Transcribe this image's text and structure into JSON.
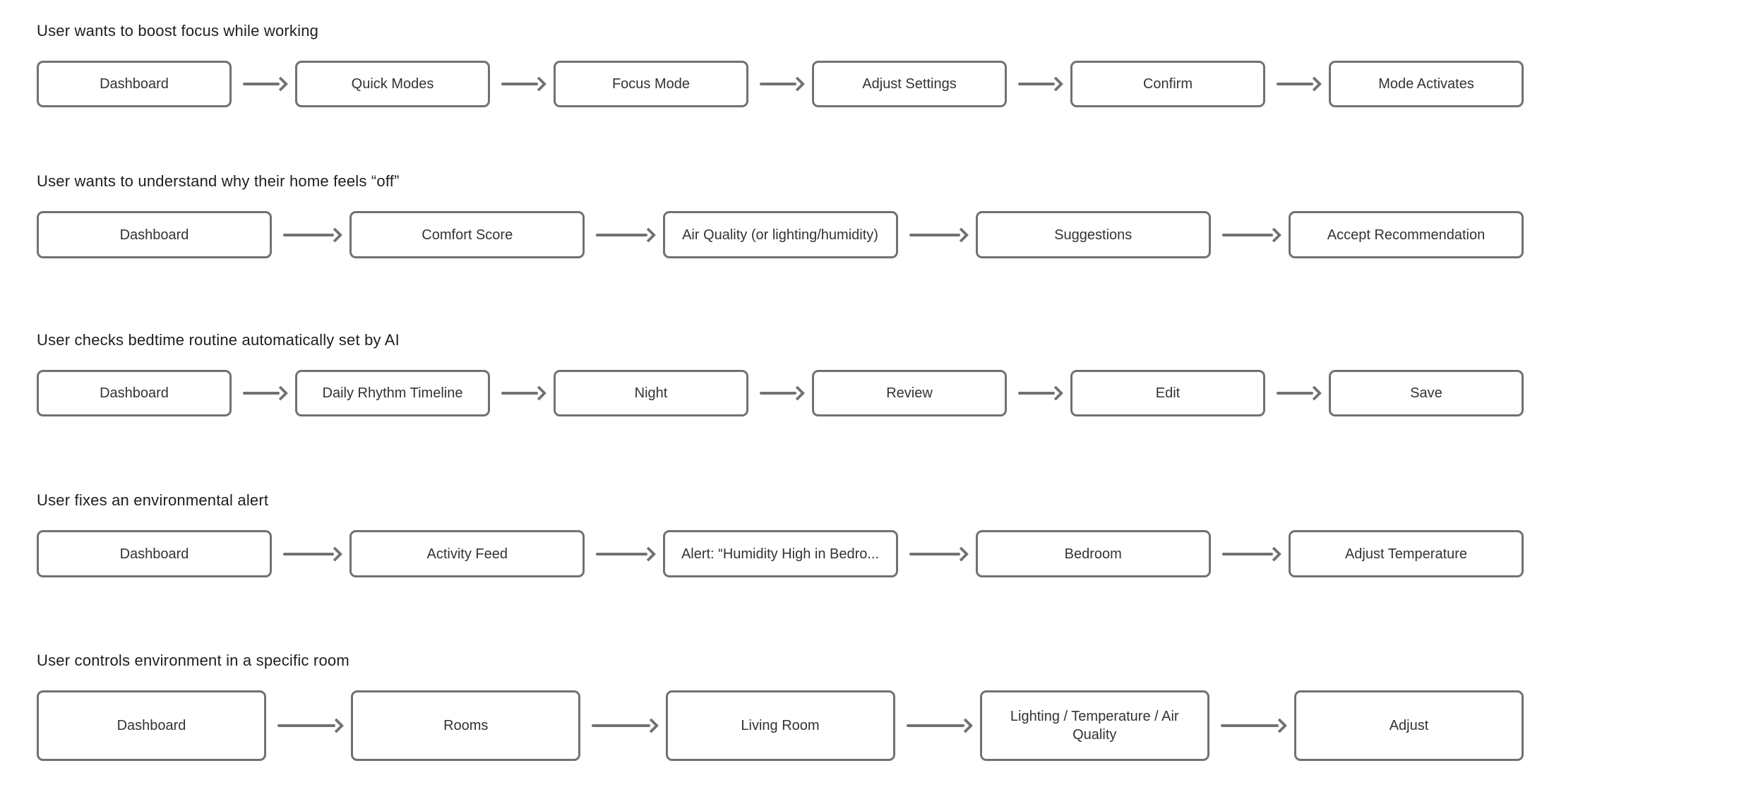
{
  "style": {
    "box_border_color": "#717171",
    "arrow_color": "#717171",
    "box_text_color": "#333333",
    "title_text_color": "#1e1e1e",
    "canvas_background": "#ffffff"
  },
  "flows": [
    {
      "title": "User wants to boost focus while working",
      "steps": [
        "Dashboard",
        "Quick Modes",
        "Focus Mode",
        "Adjust Settings",
        "Confirm",
        "Mode Activates"
      ]
    },
    {
      "title": "User wants to understand why their home feels “off”",
      "steps": [
        "Dashboard",
        "Comfort Score",
        "Air Quality (or lighting/humidity)",
        "Suggestions",
        "Accept Recommendation"
      ]
    },
    {
      "title": "User checks bedtime routine automatically set by AI",
      "steps": [
        "Dashboard",
        "Daily Rhythm Timeline",
        "Night",
        "Review",
        "Edit",
        "Save"
      ]
    },
    {
      "title": "User fixes an environmental alert",
      "steps": [
        "Dashboard",
        "Activity Feed",
        "Alert: “Humidity High in Bedro...",
        "Bedroom",
        "Adjust Temperature"
      ]
    },
    {
      "title": "User controls environment in a specific room",
      "steps": [
        "Dashboard",
        "Rooms",
        "Living Room",
        "Lighting / Temperature / Air Quality",
        "Adjust"
      ]
    }
  ]
}
